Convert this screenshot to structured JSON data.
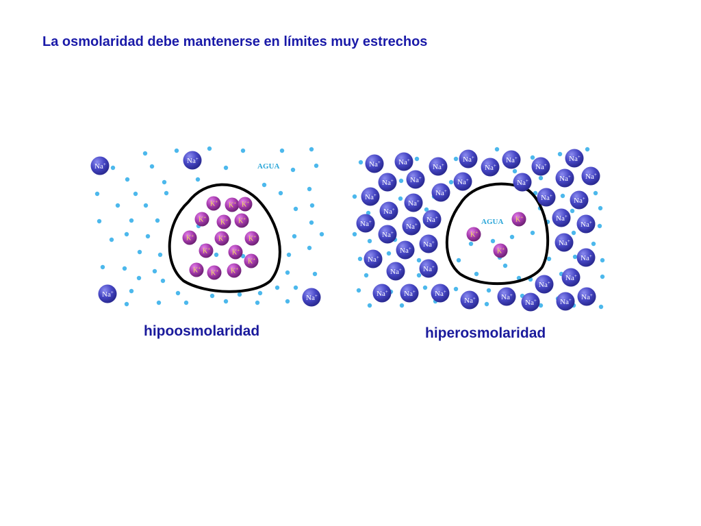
{
  "title": "La osmolaridad debe mantenerse en límites muy estrechos",
  "labels": {
    "na": "Na",
    "k": "K",
    "charge": "+",
    "water": "AGUA"
  },
  "panels": [
    {
      "caption": "hipoosmolaridad",
      "water_label_location": "outside"
    },
    {
      "caption": "hiperosmolaridad",
      "water_label_location": "inside"
    }
  ],
  "colors": {
    "title": "#1a1aa8",
    "caption": "#1a1a9c",
    "na_ion": "#3a3ab8",
    "k_ion": "#a23aa8",
    "k_text": "#f0e060",
    "water_dot": "#4cb8ec",
    "water_label": "#2aa6d8",
    "membrane": "#000000"
  }
}
